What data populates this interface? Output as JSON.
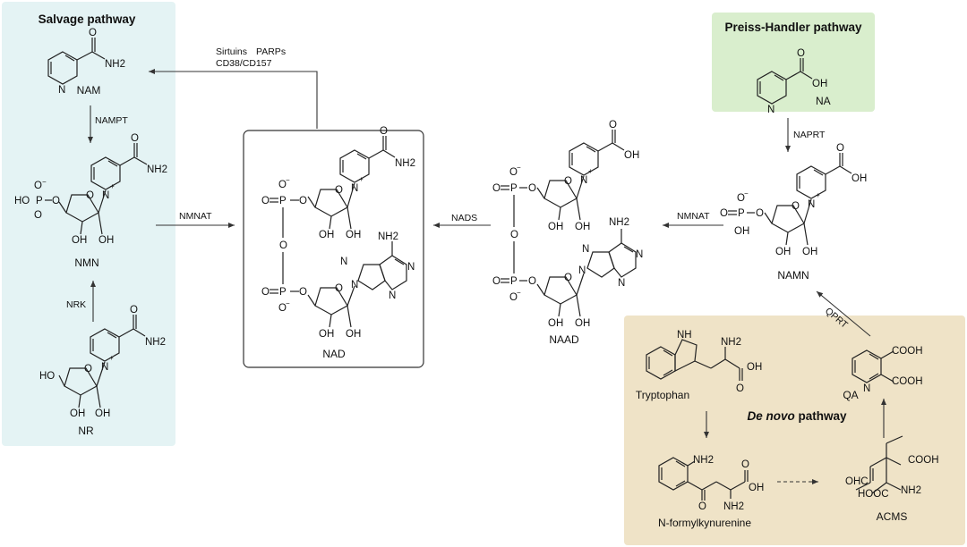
{
  "panels": {
    "salvage": {
      "title": "Salvage pathway",
      "color": "#e4f3f4"
    },
    "preiss_handler": {
      "title": "Preiss-Handler pathway",
      "color": "#d9eecd"
    },
    "de_novo": {
      "title_em": "De novo",
      "title_rest": " pathway",
      "color": "#efe3c7"
    }
  },
  "molecules": {
    "nam": "NAM",
    "nmn": "NMN",
    "nr": "NR",
    "nad": "NAD",
    "naad": "NAAD",
    "na": "NA",
    "namn": "NAMN",
    "tryptophan": "Tryptophan",
    "qa": "QA",
    "n_formylkynurenine": "N-formylkynurenine",
    "acms": "ACMS"
  },
  "enzymes": {
    "sirtuins": "Sirtuins",
    "parps": "PARPs",
    "cd38": "CD38/CD157",
    "nampt": "NAMPT",
    "nmnat_left": "NMNAT",
    "nrk": "NRK",
    "nads": "NADS",
    "nmnat_right": "NMNAT",
    "naprt": "NAPRT",
    "qprt": "QPRT"
  },
  "atoms": {
    "nh2": "NH2",
    "oh": "OH",
    "cooh": "COOH",
    "hooc": "HOOC",
    "ohc": "OHC",
    "ho": "HO",
    "o": "O",
    "p": "P",
    "n": "N",
    "nh": "NH",
    "plus": "+",
    "minus": "−"
  }
}
